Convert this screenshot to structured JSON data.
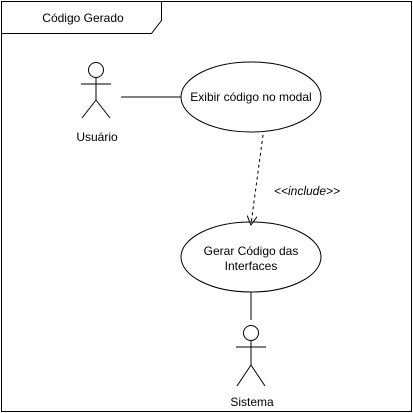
{
  "frame": {
    "title": "Código Gerado"
  },
  "actors": {
    "user": {
      "label": "Usuário"
    },
    "system": {
      "label": "Sistema"
    }
  },
  "use_cases": {
    "show_code": {
      "label": "Exibir código no modal"
    },
    "generate_code": {
      "label_line1": "Gerar Código das",
      "label_line2": "Interfaces"
    }
  },
  "relations": {
    "include": {
      "label": "<<include>>"
    }
  },
  "colors": {
    "line": "#000000",
    "background": "#ffffff"
  }
}
